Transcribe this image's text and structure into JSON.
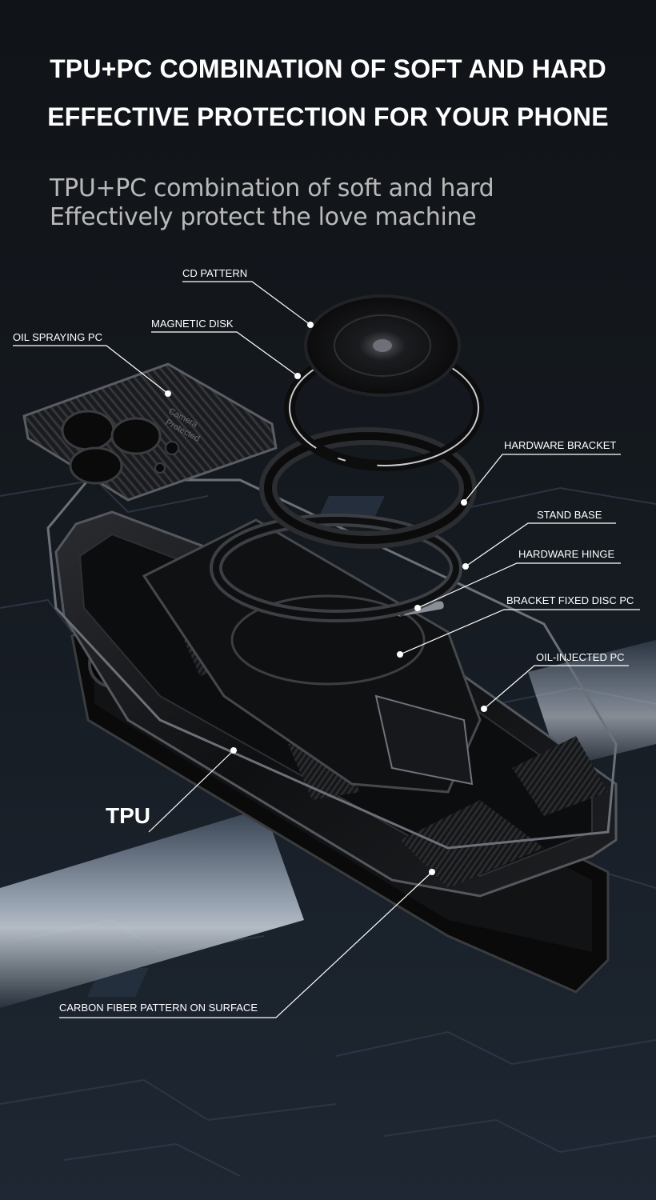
{
  "headline": {
    "line1": "TPU+PC COMBINATION OF SOFT AND HARD",
    "line2": "EFFECTIVE PROTECTION FOR YOUR PHONE"
  },
  "subheadline": {
    "line1": "TPU+PC combination of soft and hard",
    "line2": "Effectively protect the love machine"
  },
  "camera_lens_text": {
    "line1": "Camera",
    "line2": "Protected"
  },
  "callouts": {
    "cd_pattern": "CD PATTERN",
    "magnetic_disk": "MAGNETIC DISK",
    "oil_spraying_pc": "OIL SPRAYING PC",
    "hardware_bracket": "HARDWARE BRACKET",
    "stand_base": "STAND BASE",
    "hardware_hinge": "HARDWARE HINGE",
    "bracket_fixed_disc_pc": "BRACKET FIXED DISC PC",
    "oil_injected_pc": "OIL-INJECTED PC",
    "tpu": "TPU",
    "carbon_fiber": "CARBON FIBER PATTERN ON SURFACE"
  },
  "colors": {
    "background": "#14181d",
    "text_primary": "#ffffff",
    "text_secondary": "#b9b9b9",
    "callout_line": "#ffffff",
    "case_black": "#0d0d0e"
  }
}
